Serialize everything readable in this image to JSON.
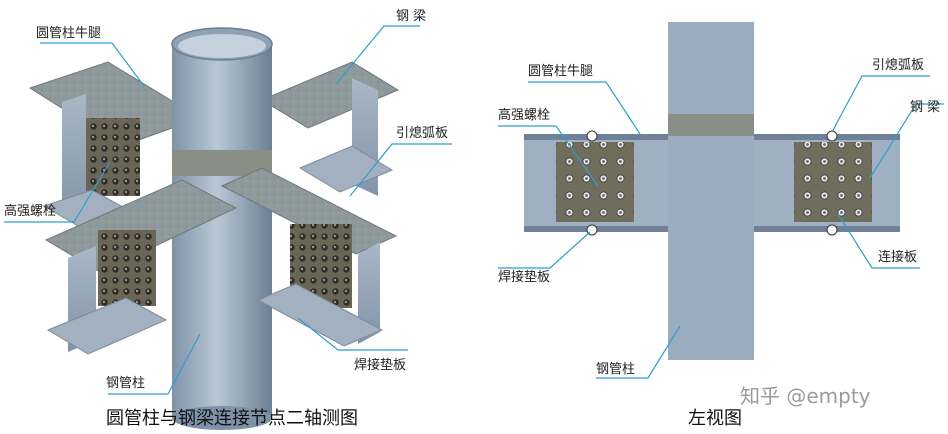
{
  "left_view": {
    "labels": {
      "corbel": "圆管柱牛腿",
      "steel_beam": "钢 梁",
      "weld_arc_plate": "引熄弧板",
      "hs_bolt": "高强螺栓",
      "steel_tube_column": "钢管柱",
      "weld_backing_plate": "焊接垫板"
    },
    "caption": "圆管柱与钢梁连接节点二轴测图"
  },
  "right_view": {
    "labels": {
      "corbel": "圆管柱牛腿",
      "hs_bolt": "高强螺栓",
      "weld_arc_plate": "引熄弧板",
      "steel_beam": "钢 梁",
      "connection_plate": "连接板",
      "weld_backing_plate": "焊接垫板",
      "steel_tube_column": "钢管柱"
    },
    "caption": "左视图"
  },
  "watermark": "知乎 @empty",
  "colors": {
    "callout_line": "#2a9fd6",
    "steel": "#9fb0c2",
    "steel_dark": "#6f8196",
    "plate": "#8f9a9e",
    "weld_band": "#8a8f86",
    "bolt_plate": "#6b6a5c"
  }
}
